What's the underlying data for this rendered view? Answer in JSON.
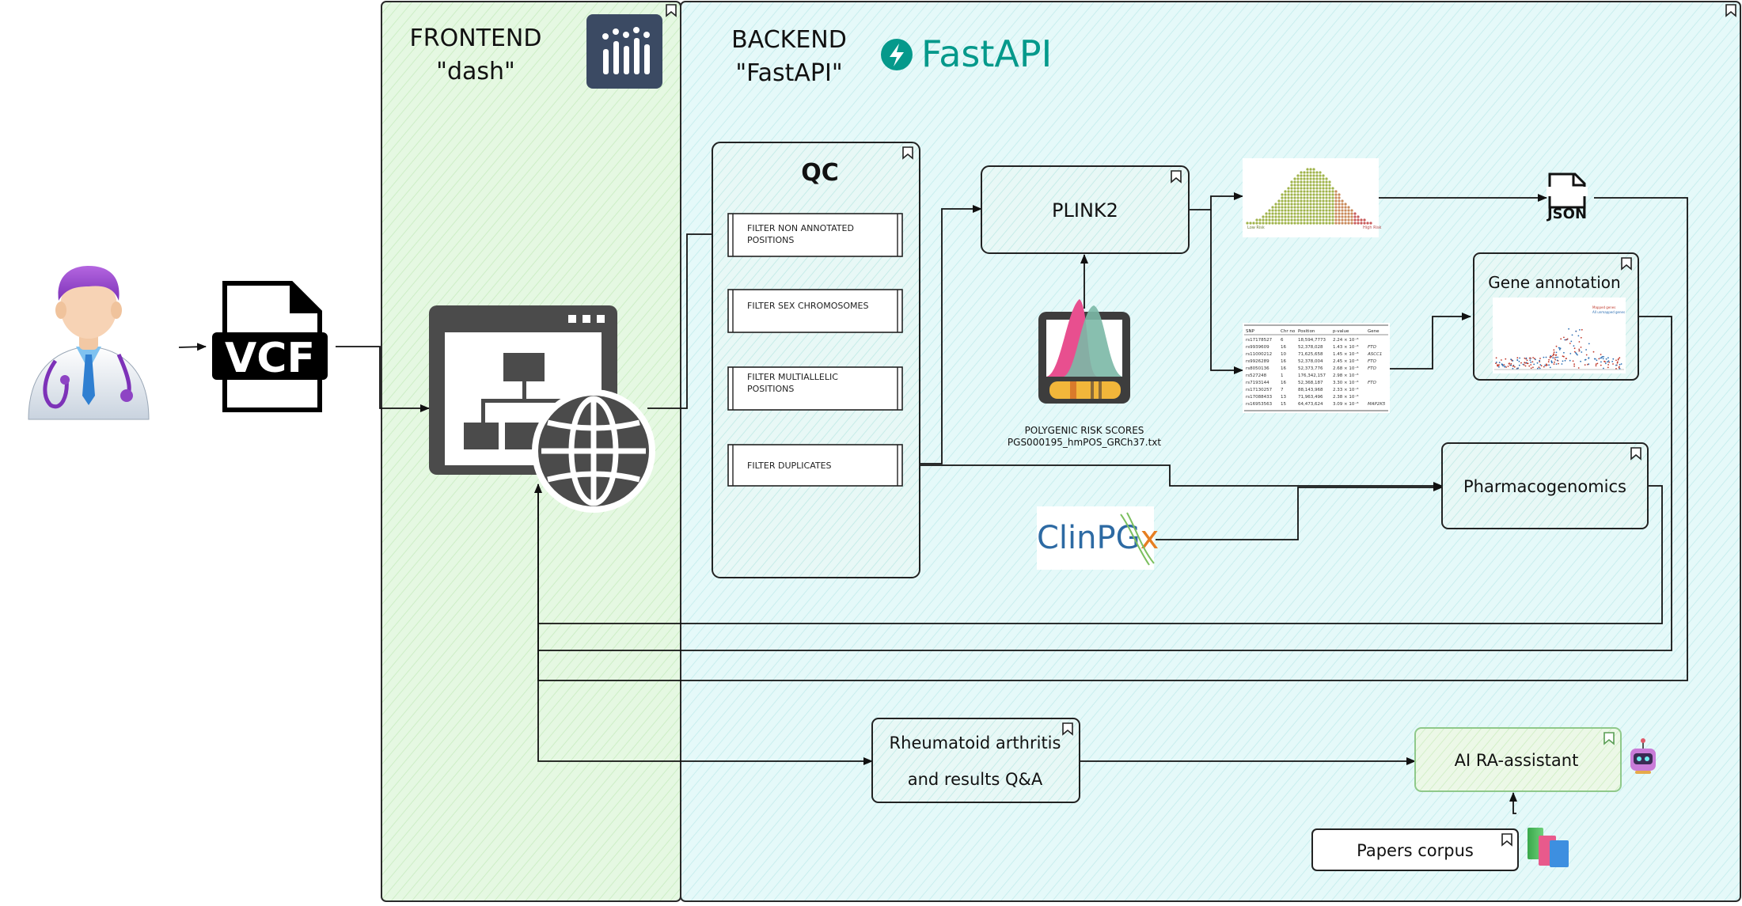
{
  "frontend": {
    "title": "FRONTEND",
    "subtitle": "\"dash\""
  },
  "backend": {
    "title": "BACKEND",
    "subtitle": "\"FastAPI\"",
    "logo_text": "FastAPI"
  },
  "input": {
    "file_label": "VCF",
    "user_icon": "doctor-icon"
  },
  "qc": {
    "title": "QC",
    "steps": [
      "FILTER NON ANNOTATED POSITIONS",
      "FILTER SEX CHROMOSOMES",
      "FILTER MULTIALLELIC POSITIONS",
      "FILTER DUPLICATES"
    ]
  },
  "plink": {
    "label": "PLINK2"
  },
  "prs": {
    "line1": "POLYGENIC RISK SCORES",
    "line2": "PGS000195_hmPOS_GRCh37.txt"
  },
  "json_label": "JSON",
  "gene_annotation": {
    "label": "Gene annotation"
  },
  "pharmacogenomics": {
    "label": "Pharmacogenomics"
  },
  "clinpgx": {
    "part1": "ClinPG",
    "part2": "x"
  },
  "qa": {
    "line1": "Rheumatoid arthritis",
    "line2": "and results Q&A"
  },
  "assistant": {
    "label": "AI RA-assistant"
  },
  "papers": {
    "label": "Papers corpus"
  },
  "gwas_table": {
    "headers": [
      "SNP",
      "Chr no",
      "Position",
      "p-value",
      "Gene"
    ],
    "rows": [
      [
        "rs17178527",
        "6",
        "18,594,7773",
        "2.24 × 10⁻⁸",
        ""
      ],
      [
        "rs9939609",
        "16",
        "52,378,028",
        "1.43 × 10⁻⁸",
        "FTO"
      ],
      [
        "rs11000212",
        "10",
        "71,625,658",
        "1.45 × 10⁻⁸",
        "ASCC1"
      ],
      [
        "rs9926289",
        "16",
        "52,378,004",
        "2.45 × 10⁻⁸",
        "FTO"
      ],
      [
        "rs8050136",
        "16",
        "52,373,776",
        "2.68 × 10⁻⁸",
        "FTO"
      ],
      [
        "rs527248",
        "1",
        "176,342,157",
        "2.98 × 10⁻⁸",
        ""
      ],
      [
        "rs7193144",
        "16",
        "52,368,187",
        "3.30 × 10⁻⁸",
        "FTO"
      ],
      [
        "rs17130257",
        "7",
        "88,143,968",
        "2.33 × 10⁻⁸",
        ""
      ],
      [
        "rs17088433",
        "13",
        "71,963,496",
        "2.38 × 10⁻⁸",
        ""
      ],
      [
        "rs16953563",
        "15",
        "64,473,624",
        "3.09 × 10⁻⁸",
        "MAP2K5"
      ]
    ]
  },
  "histogram": {
    "left_label": "Low Risk",
    "right_label": "High Risk"
  },
  "manhattan_legend": [
    "Mapped genes",
    "All unmapped genes"
  ],
  "colors": {
    "frontend_fill": "#e3f7e1",
    "backend_fill": "#e3f8f8",
    "node_fill": "#e6f8f6",
    "assistant_fill": "#e9f7e4",
    "dash_logo": "#3b4a63",
    "fastapi": "#05998b",
    "icon_gray": "#4b4b4b"
  }
}
